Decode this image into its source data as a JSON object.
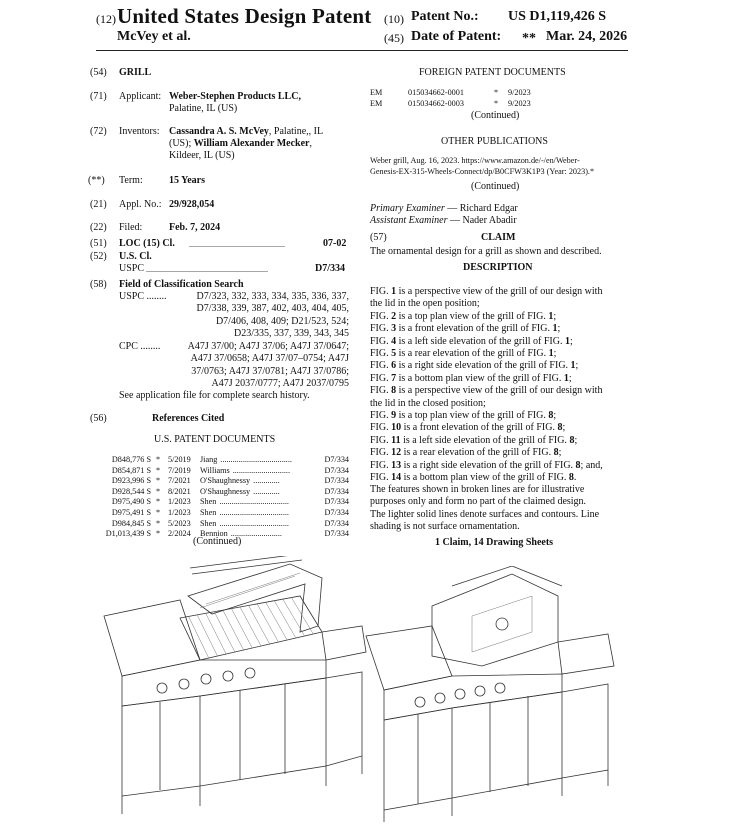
{
  "header": {
    "code_12": "(12)",
    "doc_type": "United States Design Patent",
    "code_10": "(10)",
    "patent_no_label": "Patent No.:",
    "patent_no": "US D1,119,426 S",
    "inventor_line": "McVey et al.",
    "code_45": "(45)",
    "date_label": "Date of Patent:",
    "date_flag": "**",
    "date": "Mar. 24, 2026"
  },
  "biblio": {
    "title_code": "(54)",
    "title": "GRILL",
    "applicant_code": "(71)",
    "applicant_label": "Applicant:",
    "applicant_name": "Weber-Stephen Products LLC,",
    "applicant_loc": "Palatine, IL (US)",
    "inventors_code": "(72)",
    "inventors_label": "Inventors:",
    "inventors_l1a": "Cassandra A. S. McVey",
    "inventors_l1b": ", Palatine,, IL",
    "inventors_l2a": "(US); ",
    "inventors_l2b": "William Alexander Mecker",
    "inventors_l2c": ",",
    "inventors_l3": "Kildeer, IL (US)",
    "term_code": "(**)",
    "term_label": "Term:",
    "term": "15 Years",
    "appl_code": "(21)",
    "appl_label": "Appl. No.:",
    "appl_no": "29/928,054",
    "filed_code": "(22)",
    "filed_label": "Filed:",
    "filed": "Feb. 7, 2024",
    "loc_code": "(51)",
    "loc_label": "LOC (15) Cl.",
    "loc_dots": "................................................",
    "loc_value": "07-02",
    "uscl_code": "(52)",
    "uscl_label": "U.S. Cl.",
    "uspc_label": "USPC",
    "uspc_dots": ".............................................................",
    "uspc_value": "D7/334",
    "field_code": "(58)",
    "field_label": "Field of Classification Search",
    "field_uspc_label": "USPC ........",
    "field_uspc_lines": [
      "D7/323, 332, 333, 334, 335, 336, 337,",
      "D7/338, 339, 387, 402, 403, 404, 405,",
      "D7/406, 408, 409; D21/523, 524;",
      "D23/335, 337, 339, 343, 345"
    ],
    "field_cpc_label": "CPC ........",
    "field_cpc_lines": [
      "A47J 37/00; A47J 37/06; A47J 37/0647;",
      "A47J 37/0658; A47J 37/07–0754; A47J",
      "37/0763; A47J 37/0781; A47J 37/0786;",
      "A47J 2037/0777; A47J 2037/0795"
    ],
    "field_note": "See application file for complete search history.",
    "refs_code": "(56)",
    "refs_label": "References Cited",
    "us_docs_label": "U.S. PATENT DOCUMENTS",
    "us_refs": [
      {
        "no": "D848,776 S",
        "star": "*",
        "date": "5/2019",
        "name": "Jiang",
        "dots": "...................................",
        "cls": "D7/334"
      },
      {
        "no": "D854,871 S",
        "star": "*",
        "date": "7/2019",
        "name": "Williams",
        "dots": "............................",
        "cls": "D7/334"
      },
      {
        "no": "D923,996 S",
        "star": "*",
        "date": "7/2021",
        "name": "O'Shaughnessy",
        "dots": ".............",
        "cls": "D7/334"
      },
      {
        "no": "D928,544 S",
        "star": "*",
        "date": "8/2021",
        "name": "O'Shaughnessy",
        "dots": ".............",
        "cls": "D7/334"
      },
      {
        "no": "D975,490 S",
        "star": "*",
        "date": "1/2023",
        "name": "Shen",
        "dots": "..................................",
        "cls": "D7/334"
      },
      {
        "no": "D975,491 S",
        "star": "*",
        "date": "1/2023",
        "name": "Shen",
        "dots": "..................................",
        "cls": "D7/334"
      },
      {
        "no": "D984,845 S",
        "star": "*",
        "date": "5/2023",
        "name": "Shen",
        "dots": "..................................",
        "cls": "D7/334"
      },
      {
        "no": "D1,013,439 S",
        "star": "*",
        "date": "2/2024",
        "name": "Bennion",
        "dots": ".........................",
        "cls": "D7/334"
      }
    ],
    "left_continued": "(Continued)"
  },
  "right": {
    "foreign_label": "FOREIGN PATENT DOCUMENTS",
    "foreign_refs": [
      {
        "cc": "EM",
        "no": "015034662-0001",
        "star": "*",
        "date": "9/2023"
      },
      {
        "cc": "EM",
        "no": "015034662-0003",
        "star": "*",
        "date": "9/2023"
      }
    ],
    "continued1": "(Continued)",
    "other_label": "OTHER PUBLICATIONS",
    "other_l1": "Weber grill, Aug. 16, 2023. https://www.amazon.de/-/en/Weber-",
    "other_l2": "Genesis-EX-315-Wheels-Connect/dp/B0CFW3K1P3 (Year: 2023).*",
    "continued2": "(Continued)",
    "primary_examiner": "Primary Examiner",
    "primary_name": " — Richard Edgar",
    "assistant_examiner": "Assistant Examiner",
    "assistant_name": " — Nader Abadir",
    "claim_code": "(57)",
    "claim_label": "CLAIM",
    "claim_text": "The ornamental design for a grill as shown and described.",
    "description_label": "DESCRIPTION",
    "desc_lines": [
      [
        "FIG. ",
        "1",
        " is a perspective view of the grill of our design with"
      ],
      [
        "the lid in the open position;",
        "",
        ""
      ],
      [
        "FIG. ",
        "2",
        " is a top plan view of the grill of FIG. ",
        "1",
        ";"
      ],
      [
        "FIG. ",
        "3",
        " is a front elevation of the grill of FIG. ",
        "1",
        ";"
      ],
      [
        "FIG. ",
        "4",
        " is a left side elevation of the grill of FIG. ",
        "1",
        ";"
      ],
      [
        "FIG. ",
        "5",
        " is a rear elevation of the grill of FIG. ",
        "1",
        ";"
      ],
      [
        "FIG. ",
        "6",
        " is a right side elevation of the grill of FIG. ",
        "1",
        ";"
      ],
      [
        "FIG. ",
        "7",
        " is a bottom plan view of the grill of FIG. ",
        "1",
        ";"
      ],
      [
        "FIG. ",
        "8",
        " is a perspective view of the grill of our design with"
      ],
      [
        "the lid in the closed position;",
        "",
        ""
      ],
      [
        "FIG. ",
        "9",
        " is a top plan view of the grill of FIG. ",
        "8",
        ";"
      ],
      [
        "FIG. ",
        "10",
        " is a front elevation of the grill of FIG. ",
        "8",
        ";"
      ],
      [
        "FIG. ",
        "11",
        " is a left side elevation of the grill of FIG. ",
        "8",
        ";"
      ],
      [
        "FIG. ",
        "12",
        " is a rear elevation of the grill of FIG. ",
        "8",
        ";"
      ],
      [
        "FIG. ",
        "13",
        " is a right side elevation of the grill of FIG. ",
        "8",
        "; and,"
      ],
      [
        "FIG. ",
        "14",
        " is a bottom plan view of the grill of FIG. ",
        "8",
        "."
      ]
    ],
    "closing_lines": [
      "The features shown in broken lines are for illustrative",
      "purposes only and form no part of the claimed design.",
      "The lighter solid lines denote surfaces and contours. Line",
      "shading is not surface ornamentation."
    ],
    "sheets": "1 Claim, 14 Drawing Sheets"
  }
}
